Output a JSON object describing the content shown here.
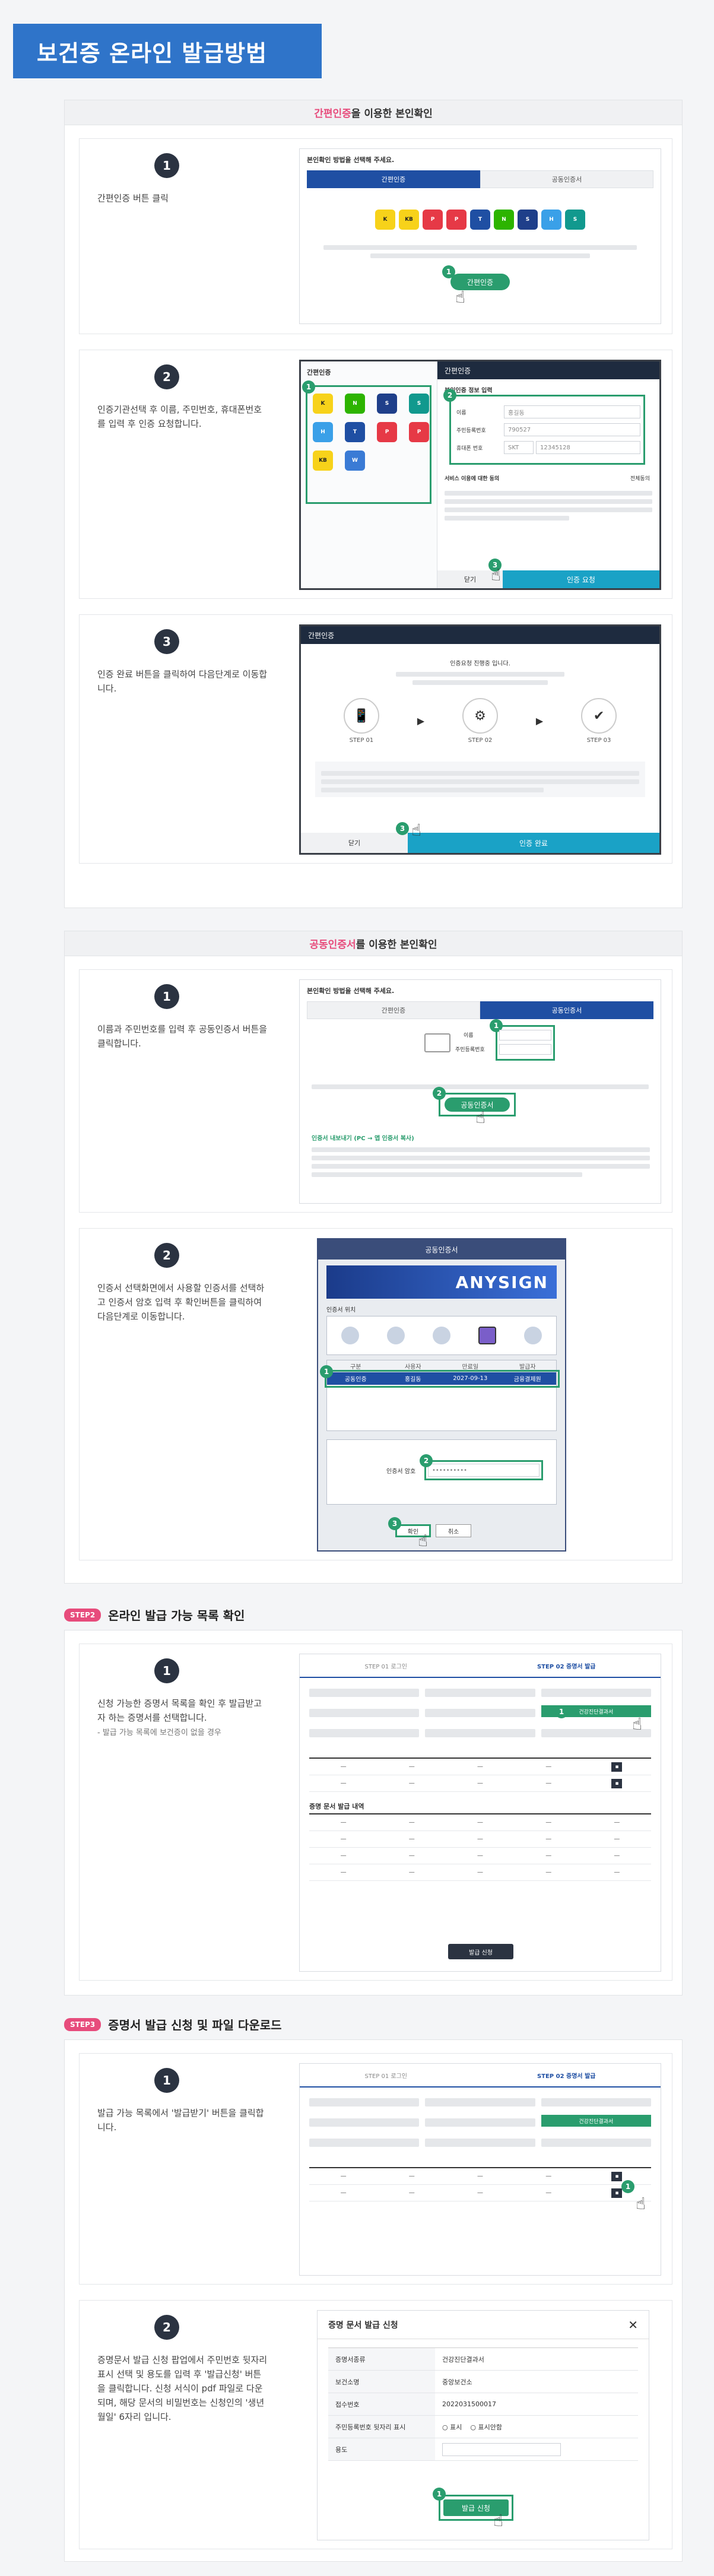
{
  "banner_title": "보건증 온라인 발급방법",
  "section1": {
    "header_pre": "간편인증",
    "header_post": "을 이용한 본인확인",
    "steps": [
      {
        "num": "1",
        "desc": "간편인증 버튼 클릭"
      },
      {
        "num": "2",
        "desc": "인증기관선택 후 이름, 주민번호, 휴대폰번호를 입력 후 인증 요청합니다."
      },
      {
        "num": "3",
        "desc": "인증 완료 버튼을 클릭하여 다음단계로 이동합니다."
      }
    ],
    "shot1": {
      "title": "본인확인 방법을 선택해 주세요.",
      "tab_a": "간편인증",
      "tab_b": "공동인증서",
      "button": "간편인증"
    },
    "shot2": {
      "left_title": "간편인증",
      "right_title": "간편인증",
      "info_title": "본인인증 정보 입력",
      "name_label": "이름",
      "name_value": "홍길동",
      "rrn_label": "주민등록번호",
      "rrn_value": "790527",
      "phone_label": "휴대폰 번호",
      "phone_carrier": "SKT",
      "phone_value": "12345128",
      "terms_title": "서비스 이용에 대한 동의",
      "agree_all": "전체동의",
      "cancel": "닫기",
      "submit": "인증 요청"
    },
    "shot3": {
      "title": "간편인증",
      "msg": "인증요청 진행중 입니다.",
      "step_a": "STEP 01",
      "step_b": "STEP 02",
      "step_c": "STEP 03",
      "cancel": "닫기",
      "submit": "인증 완료"
    }
  },
  "section2": {
    "header_pre": "공동인증서",
    "header_post": "를 이용한 본인확인",
    "steps": [
      {
        "num": "1",
        "desc": "이름과 주민번호를 입력 후 공동인증서 버튼을 클릭합니다."
      },
      {
        "num": "2",
        "desc": "인증서 선택화면에서 사용할 인증서를 선택하고 인증서 암호 입력 후 확인버튼을 클릭하여 다음단계로 이동합니다."
      }
    ],
    "shot1": {
      "title": "본인확인 방법을 선택해 주세요.",
      "tab_a": "간편인증",
      "tab_b": "공동인증서",
      "name_label": "이름",
      "rrn_label": "주민등록번호",
      "button": "공동인증서",
      "copy_title": "인증서 내보내기 (PC → 앱 인증서 복사)"
    },
    "shot2": {
      "title": "공동인증서",
      "brand": "ANYSIGN",
      "loc_label": "인증서 위치",
      "col_a": "구분",
      "col_b": "사용자",
      "col_c": "만료일",
      "col_d": "발급자",
      "row_a": "공동인증",
      "row_b": "홍길동",
      "row_c": "2027-09-13",
      "row_d": "금융결제원",
      "pw_label": "인증서 암호",
      "pw_value": "••••••••••",
      "ok": "확인",
      "cancel": "취소"
    }
  },
  "step2": {
    "badge": "STEP2",
    "title": "온라인 발급 가능 목록 확인",
    "num": "1",
    "desc": "신청 가능한 증명서 목록을 확인 후 발급받고자 하는 증명서를 선택합니다.",
    "note": "- 발급 가능 목록에 보건증이 없을 경우",
    "shot": {
      "tab_a": "STEP 01 로그인",
      "tab_b": "STEP 02 증명서 발급",
      "hl_item": "건강진단결과서",
      "list_title": "증명 문서 발급 내역",
      "bottom_btn": "발급 신청"
    }
  },
  "step3": {
    "badge": "STEP3",
    "title": "증명서 발급 신청 및 파일 다운로드",
    "steps": [
      {
        "num": "1",
        "desc": "발급 가능 목록에서 '발급받기' 버튼을 클릭합니다."
      },
      {
        "num": "2",
        "desc": "증명문서 발급 신청 팝업에서 주민번호 뒷자리 표시 선택 및 용도를 입력 후 '발급신청' 버튼을 클릭합니다. 신청 서식이 pdf 파일로 다운되며, 해당 문서의 비밀번호는 신청인의 '생년월일' 6자리 입니다."
      }
    ],
    "popup": {
      "title": "증명 문서 발급 신청",
      "r1_label": "증명서종류",
      "r1_value": "건강진단결과서",
      "r2_label": "보건소명",
      "r2_value": "중앙보건소",
      "r3_label": "접수번호",
      "r3_value": "2022031500017",
      "r4_label": "주민등록번호 뒷자리 표시",
      "opt_a": "표시",
      "opt_b": "표시안함",
      "r5_label": "용도",
      "button": "발급 신청"
    }
  }
}
